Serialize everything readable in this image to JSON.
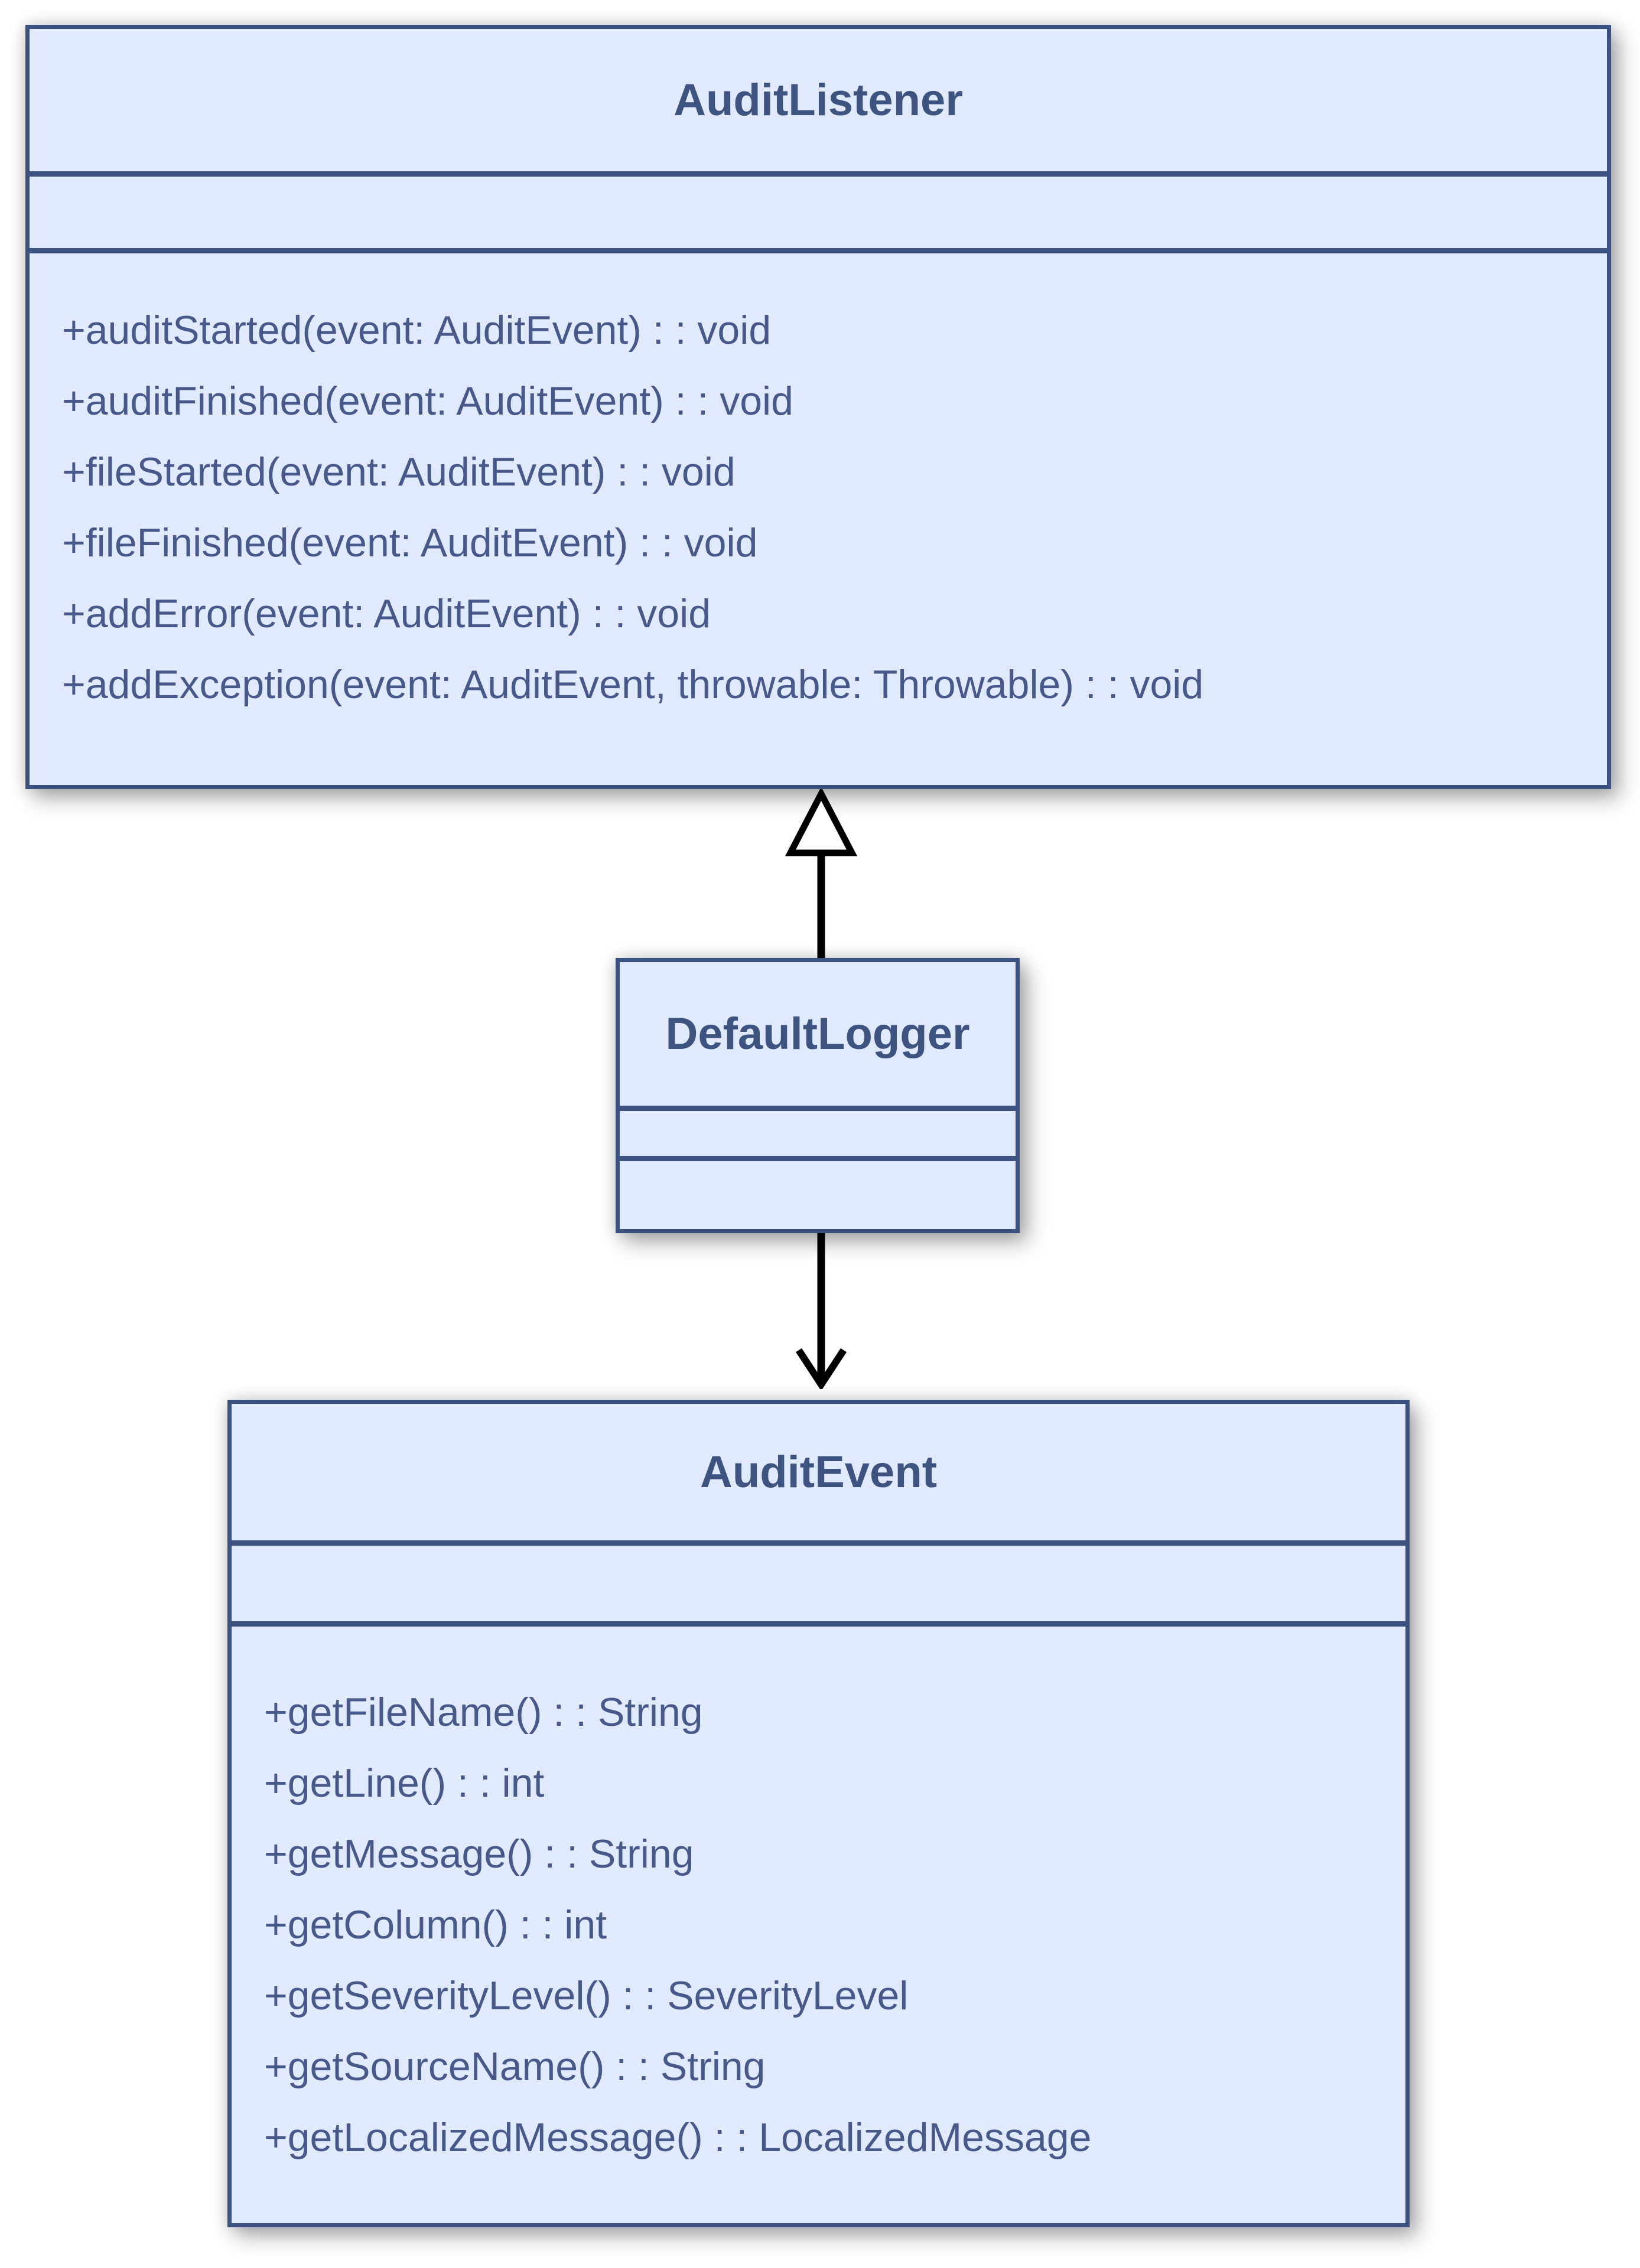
{
  "diagram": {
    "classes": [
      {
        "name": "AuditListener",
        "attributes": [],
        "methods": [
          "+auditStarted(event: AuditEvent) : : void",
          "+auditFinished(event: AuditEvent) : : void",
          "+fileStarted(event: AuditEvent) : : void",
          "+fileFinished(event: AuditEvent) : : void",
          "+addError(event: AuditEvent) : : void",
          "+addException(event: AuditEvent, throwable: Throwable) : : void"
        ]
      },
      {
        "name": "DefaultLogger",
        "attributes": [],
        "methods": []
      },
      {
        "name": "AuditEvent",
        "attributes": [],
        "methods": [
          "+getFileName() : : String",
          "+getLine() : : int",
          "+getMessage() : : String",
          "+getColumn() : : int",
          "+getSeverityLevel() : : SeverityLevel",
          "+getSourceName() : : String",
          "+getLocalizedMessage() : : LocalizedMessage"
        ]
      }
    ],
    "relationships": [
      {
        "from": "DefaultLogger",
        "to": "AuditListener",
        "type": "realization",
        "arrowhead": "hollow-triangle-up"
      },
      {
        "from": "DefaultLogger",
        "to": "AuditEvent",
        "type": "directed-association",
        "arrowhead": "open-v-down"
      }
    ],
    "colors": {
      "box_fill": "#e1e9fc",
      "box_border": "#3b5180",
      "title_text": "#3d5480",
      "method_text": "#47598b",
      "arrow": "#000000",
      "background": "#ffffff"
    }
  }
}
